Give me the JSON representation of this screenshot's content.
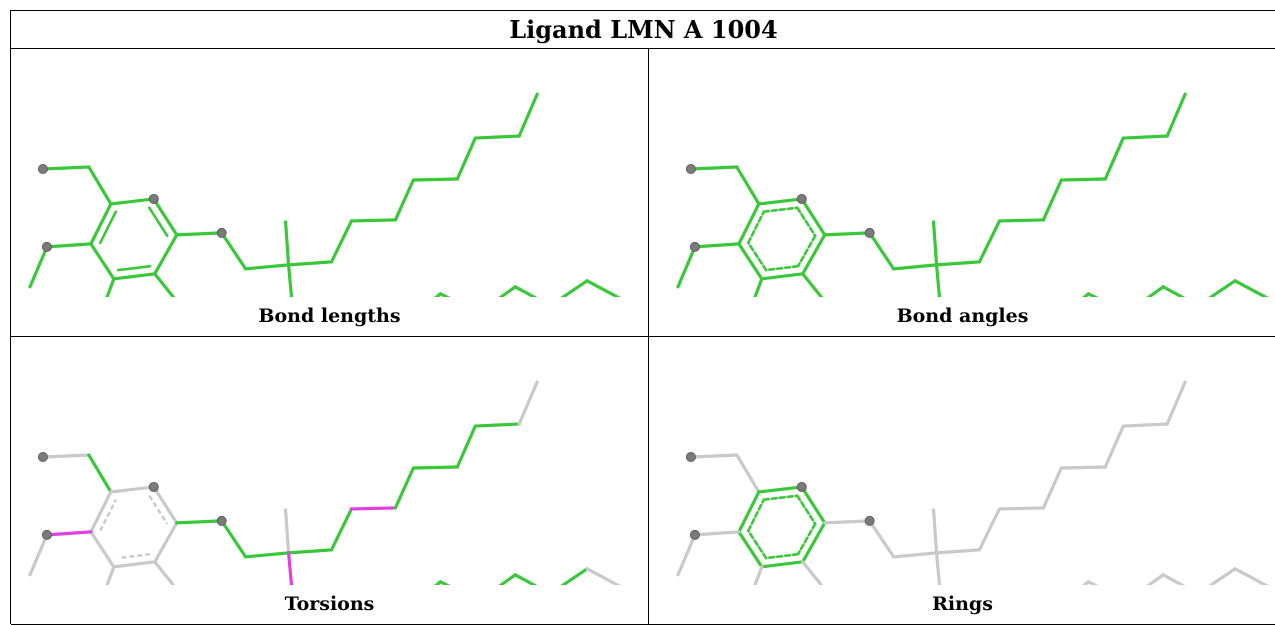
{
  "title": "Ligand LMN A 1004",
  "colors": {
    "green": "#3ac83a",
    "magenta": "#e040e0",
    "gray": "#c9c9c9",
    "atom": "#7a7a7a"
  },
  "panels": [
    {
      "caption": "Bond lengths",
      "mode": "all-green"
    },
    {
      "caption": "Bond angles",
      "mode": "all-green-ring-dashed"
    },
    {
      "caption": "Torsions",
      "mode": "torsion"
    },
    {
      "caption": "Rings",
      "mode": "ring-only"
    }
  ]
}
